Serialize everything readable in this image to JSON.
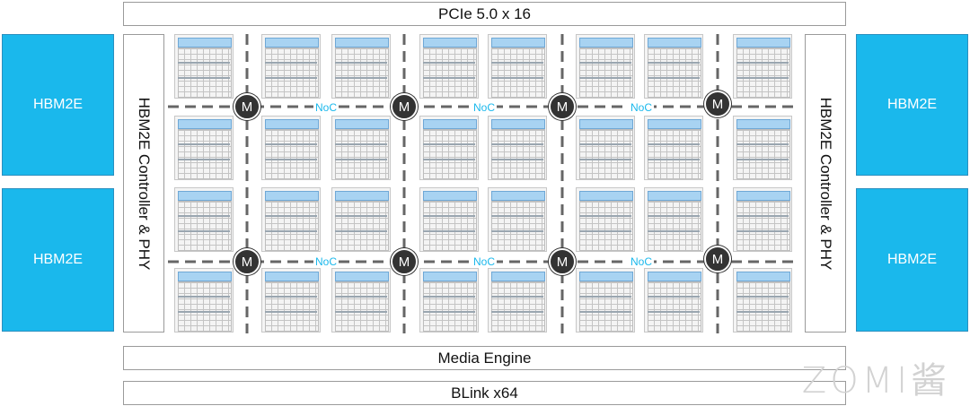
{
  "top_bar": "PCIe 5.0 x 16",
  "media_bar": "Media Engine",
  "blink_bar": "BLink x64",
  "hbm": [
    "HBM2E",
    "HBM2E",
    "HBM2E",
    "HBM2E"
  ],
  "controller_left": "HBM2E Controller & PHY",
  "controller_right": "HBM2E Controller & PHY",
  "memory_node_label": "M",
  "noc_label": "NoC",
  "watermark": "ZOMI酱",
  "colors": {
    "hbm": "#1ab8ec",
    "noc_text": "#1ab8ec",
    "node": "#333333",
    "core_header": "#a8d3f2"
  }
}
